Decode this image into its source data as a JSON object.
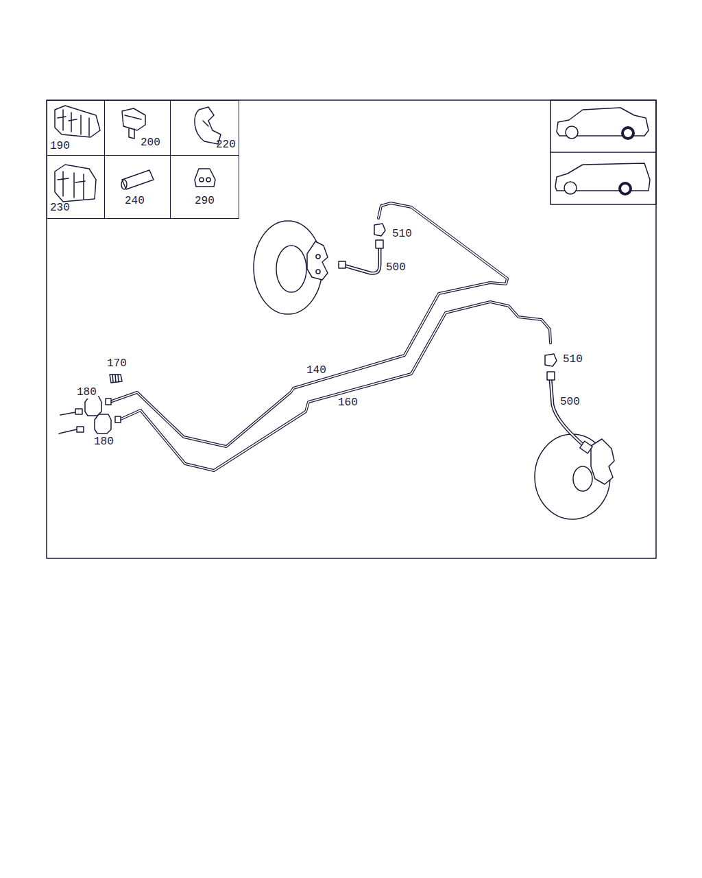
{
  "diagram": {
    "nodes": [
      {
        "text": [
          "190"
        ]
      },
      {
        "text": [
          "200"
        ]
      },
      {
        "text": [
          "220"
        ]
      },
      {
        "text": [
          "230"
        ]
      },
      {
        "text": [
          "240"
        ]
      },
      {
        "text": [
          "290"
        ]
      }
    ],
    "labels": [
      "170",
      "180",
      "180",
      "140",
      "160",
      "510",
      "500",
      "510",
      "500"
    ]
  }
}
